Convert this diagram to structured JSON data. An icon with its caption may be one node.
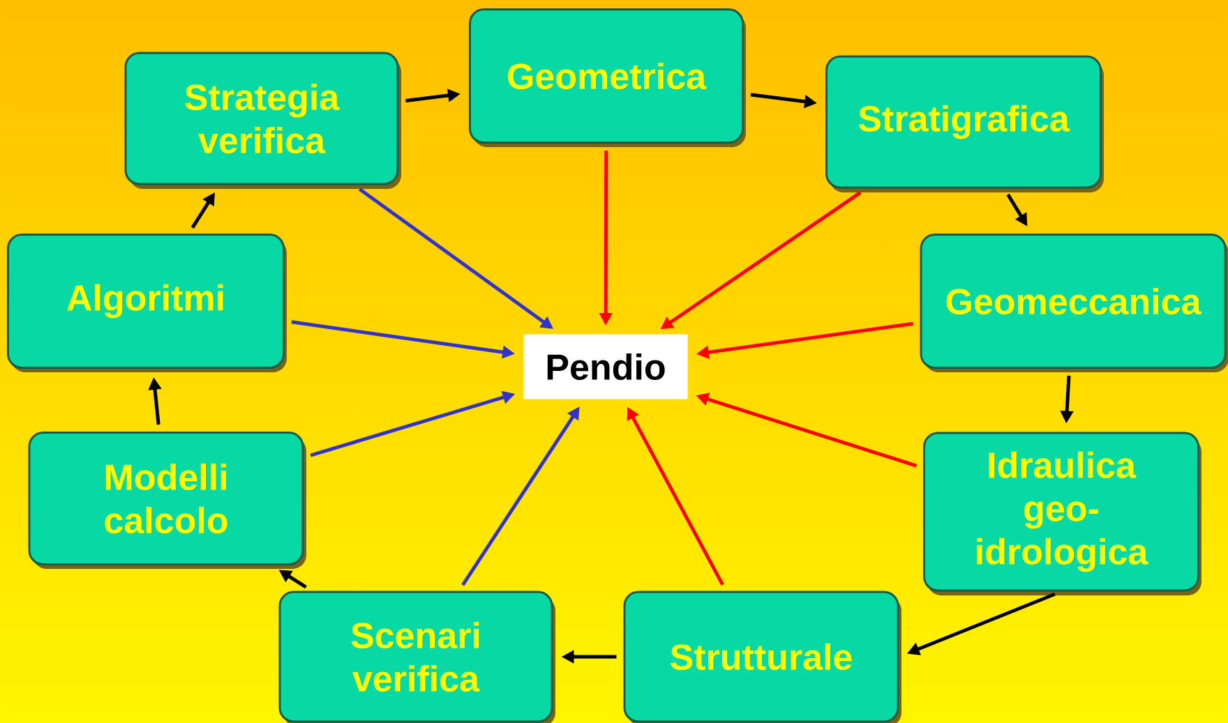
{
  "diagram": {
    "nodes": [
      {
        "text": [
          "Strategia verifica"
        ]
      },
      {
        "text": [
          "Geometrica"
        ]
      },
      {
        "text": [
          "Stratigrafica"
        ]
      },
      {
        "text": [
          "Geomeccanica"
        ]
      },
      {
        "text": [
          "Idraulica geo- idrologica"
        ]
      },
      {
        "text": [
          "Strutturale"
        ]
      },
      {
        "text": [
          "Scenari verifica"
        ]
      },
      {
        "text": [
          "Modelli calcolo"
        ]
      },
      {
        "text": [
          "Algoritmi"
        ]
      },
      {
        "text": [
          "Pendio"
        ]
      }
    ],
    "edges": [
      {
        "from": 0,
        "to": 1,
        "arrow": "to"
      },
      {
        "from": 1,
        "to": 2,
        "arrow": "to"
      },
      {
        "from": 2,
        "to": 3,
        "arrow": "to"
      },
      {
        "from": 3,
        "to": 4,
        "arrow": "to"
      },
      {
        "from": 4,
        "to": 5,
        "arrow": "to"
      },
      {
        "from": 5,
        "to": 6,
        "arrow": "to"
      },
      {
        "from": 6,
        "to": 7,
        "arrow": "to"
      },
      {
        "from": 7,
        "to": 8,
        "arrow": "to"
      },
      {
        "from": 8,
        "to": 0,
        "arrow": "to"
      },
      {
        "from": 1,
        "to": 9,
        "arrow": "to",
        "color": "#ff0000"
      },
      {
        "from": 2,
        "to": 9,
        "arrow": "to",
        "color": "#ff0000"
      },
      {
        "from": 3,
        "to": 9,
        "arrow": "to",
        "color": "#ff0000"
      },
      {
        "from": 4,
        "to": 9,
        "arrow": "to",
        "color": "#ff0000"
      },
      {
        "from": 5,
        "to": 9,
        "arrow": "to",
        "color": "#ff0000"
      },
      {
        "from": 0,
        "to": 9,
        "arrow": "to",
        "color": "#3333cc"
      },
      {
        "from": 8,
        "to": 9,
        "arrow": "to",
        "color": "#3333cc"
      },
      {
        "from": 7,
        "to": 9,
        "arrow": "to",
        "color": "#3333cc"
      },
      {
        "from": 6,
        "to": 9,
        "arrow": "to",
        "color": "#3333cc"
      }
    ]
  }
}
